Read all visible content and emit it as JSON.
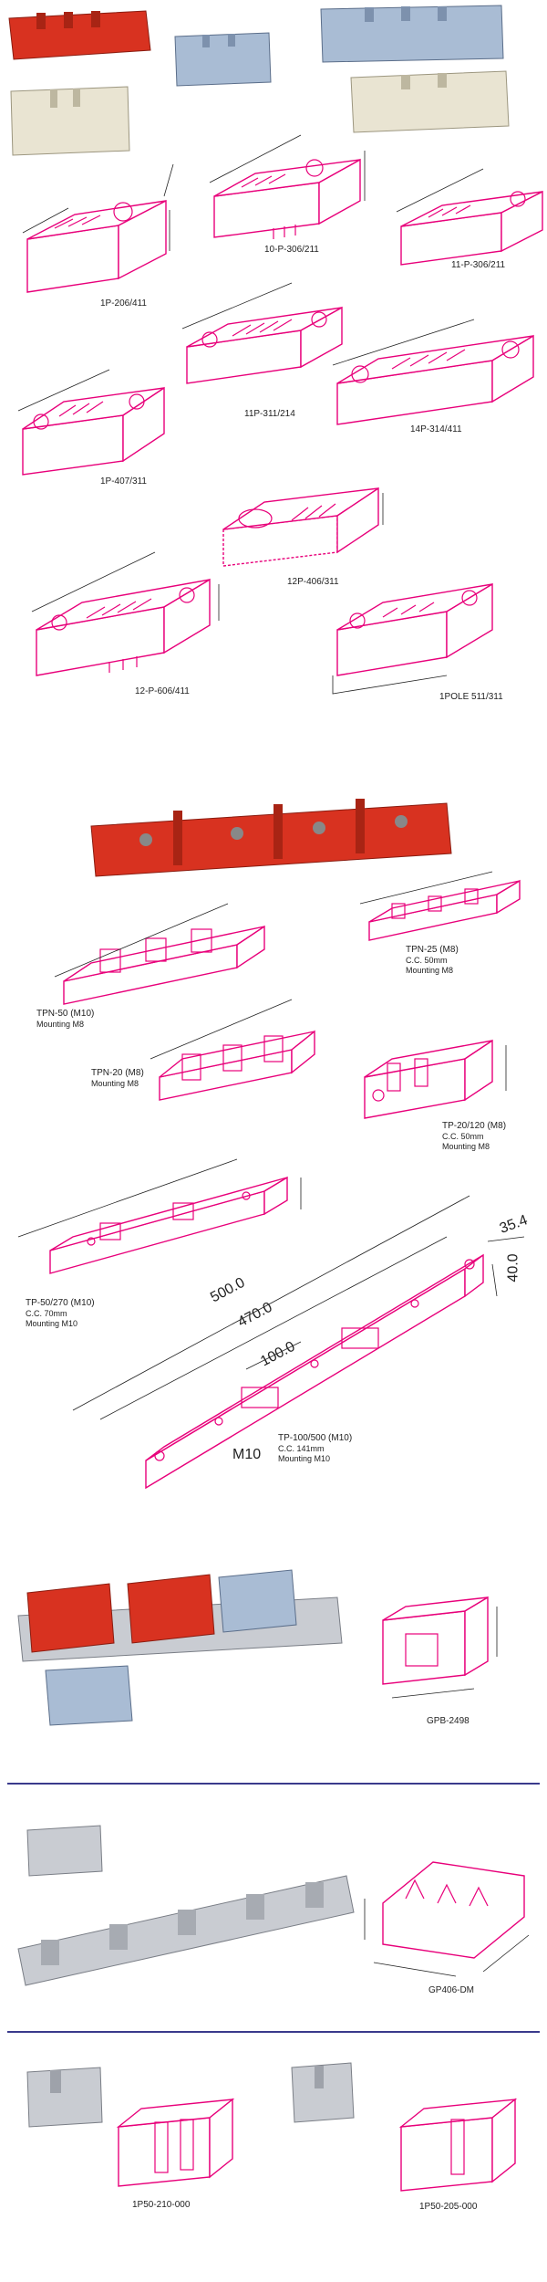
{
  "parts_section_1": [
    {
      "id": "p1",
      "label": "1P-206/411"
    },
    {
      "id": "p2",
      "label": "10-P-306/211"
    },
    {
      "id": "p3",
      "label": "11-P-306/211"
    },
    {
      "id": "p4",
      "label": "11P-311/214"
    },
    {
      "id": "p5",
      "label": "1P-407/311"
    },
    {
      "id": "p6",
      "label": "14P-314/411"
    },
    {
      "id": "p7",
      "label": "12P-406/311"
    },
    {
      "id": "p8",
      "label": "12-P-606/411"
    },
    {
      "id": "p9",
      "label": "1POLE 511/311"
    }
  ],
  "parts_section_2": [
    {
      "id": "tpn50",
      "label": "TPN-50 (M10)",
      "sub": "Mounting M8"
    },
    {
      "id": "tpn25",
      "label": "TPN-25 (M8)",
      "sub": "C.C. 50mm",
      "sub2": "Mounting M8"
    },
    {
      "id": "tpn20",
      "label": "TPN-20 (M8)",
      "sub": "Mounting M8"
    },
    {
      "id": "tp20",
      "label": "TP-20/120 (M8)",
      "sub": "C.C. 50mm",
      "sub2": "Mounting M8"
    },
    {
      "id": "tp50",
      "label": "TP-50/270 (M10)",
      "sub": "C.C. 70mm",
      "sub2": "Mounting M10"
    },
    {
      "id": "tp100",
      "label": "TP-100/500 (M10)",
      "sub": "C.C. 141mm",
      "sub2": "Mounting M10"
    }
  ],
  "tp100_dims": {
    "length": "500.0",
    "inner": "470.0",
    "step": "100.0",
    "height": "40.0",
    "width": "35.4",
    "bolt": "M10"
  },
  "parts_section_3": [
    {
      "id": "gpb",
      "label": "GPB-2498"
    },
    {
      "id": "gp406",
      "label": "GP406-DM"
    },
    {
      "id": "p210",
      "label": "1P50-210-000"
    },
    {
      "id": "p205",
      "label": "1P50-205-000"
    }
  ]
}
